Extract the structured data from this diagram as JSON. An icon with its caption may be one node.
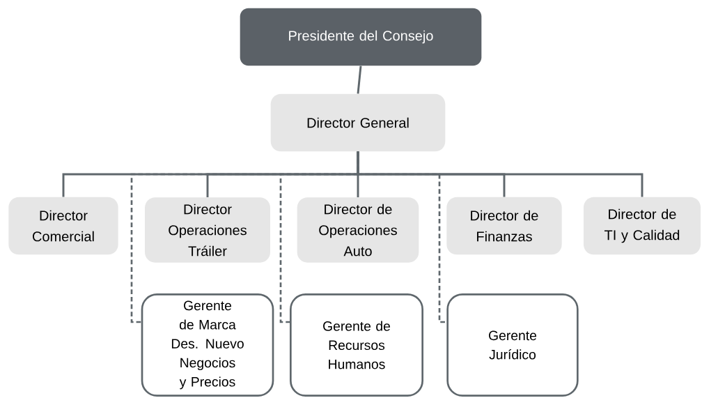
{
  "diagram": {
    "nodes": [
      {
        "text": [
          "Presidente del Consejo"
        ]
      },
      {
        "text": [
          "Director General"
        ]
      },
      {
        "text": [
          "Director Comercial"
        ]
      },
      {
        "text": [
          "Director Operaciones Tráiler"
        ]
      },
      {
        "text": [
          "Director de Operaciones Auto"
        ]
      },
      {
        "text": [
          "Director de Finanzas"
        ]
      },
      {
        "text": [
          "Director de TI y Calidad"
        ]
      },
      {
        "text": [
          "Gerente de Marca Des. Nuevo Negocios y Precios"
        ]
      },
      {
        "text": [
          "Gerente de Recursos Humanos"
        ]
      },
      {
        "text": [
          "Gerente Jurídico"
        ]
      }
    ],
    "edges": [
      {
        "from": 0,
        "to": 1,
        "arrow": "none"
      },
      {
        "from": 1,
        "to": 7,
        "arrow": "none",
        "style": "dashed"
      },
      {
        "from": 1,
        "to": 8,
        "arrow": "none",
        "style": "dashed"
      },
      {
        "from": 1,
        "to": 9,
        "arrow": "none",
        "style": "dashed"
      },
      {
        "from": 1,
        "to": 2,
        "arrow": "none"
      },
      {
        "from": 1,
        "to": 3,
        "arrow": "none"
      },
      {
        "from": 1,
        "to": 4,
        "arrow": "none"
      },
      {
        "from": 1,
        "to": 5,
        "arrow": "none"
      },
      {
        "from": 1,
        "to": 6,
        "arrow": "none"
      }
    ]
  }
}
